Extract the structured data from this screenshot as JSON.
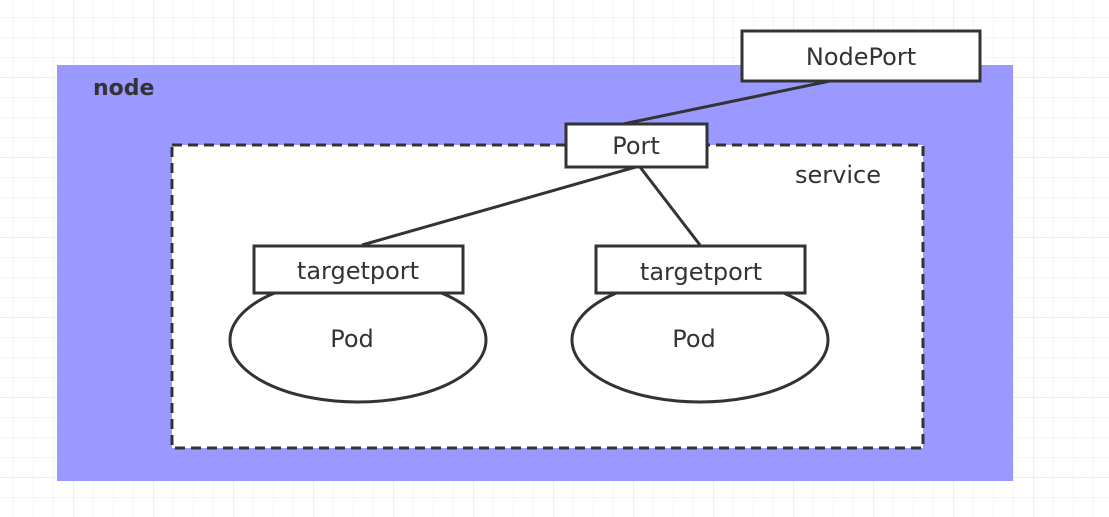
{
  "node": {
    "label": "node"
  },
  "service": {
    "label": "service"
  },
  "node_port": {
    "label": "NodePort"
  },
  "port": {
    "label": "Port"
  },
  "pods": [
    {
      "target_port_label": "targetport",
      "pod_label": "Pod"
    },
    {
      "target_port_label": "targetport",
      "pod_label": "Pod"
    }
  ],
  "colors": {
    "node_fill": "#9999ff",
    "grid_line": "#e6e6e6",
    "stroke": "#333333",
    "background": "#ffffff"
  }
}
